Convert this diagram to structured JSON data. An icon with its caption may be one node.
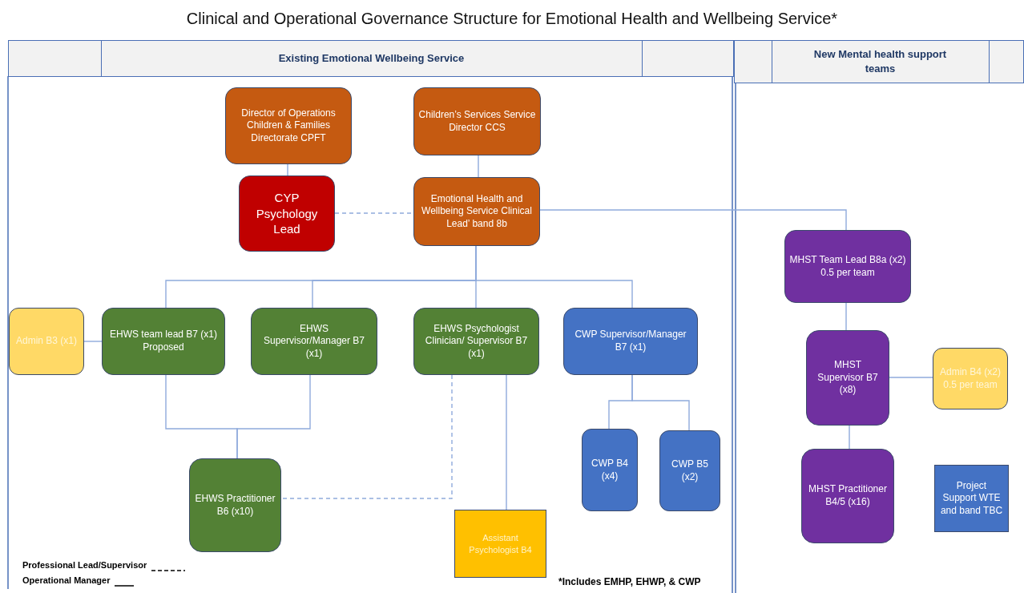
{
  "diagram": {
    "title": "Clinical and Operational Governance Structure for Emotional Health and Wellbeing Service*",
    "nodes": [
      {
        "text": [
          "Existing Emotional Wellbeing Service"
        ]
      },
      {
        "text": [
          "New Mental health support teams"
        ]
      },
      {
        "text": [
          "Director of Operations Children & Families Directorate CPFT"
        ]
      },
      {
        "text": [
          "Children’s Services Service Director CCS"
        ]
      },
      {
        "text": [
          "CYP Psychology Lead"
        ]
      },
      {
        "text": [
          "Emotional Health and Wellbeing Service Clinical Lead’ band 8b"
        ]
      },
      {
        "text": [
          "Admin B3 (x1)"
        ]
      },
      {
        "text": [
          "EHWS team lead B7 (x1) Proposed"
        ]
      },
      {
        "text": [
          "EHWS Supervisor/Manager B7 (x1)"
        ]
      },
      {
        "text": [
          "EHWS Psychologist Clinician/ Supervisor B7 (x1)"
        ]
      },
      {
        "text": [
          "CWP Supervisor/Manager B7 (x1)"
        ]
      },
      {
        "text": [
          "MHST Team Lead B8a (x2) 0.5 per team"
        ]
      },
      {
        "text": [
          "MHST Supervisor B7 (x8)"
        ]
      },
      {
        "text": [
          "Admin B4 (x2) 0.5 per team"
        ]
      },
      {
        "text": [
          "EHWS Practitioner B6 (x10)"
        ]
      },
      {
        "text": [
          "CWP B4 (x4)"
        ]
      },
      {
        "text": [
          "CWP B5 (x2)"
        ]
      },
      {
        "text": [
          "MHST Practitioner B4/5 (x16)"
        ]
      },
      {
        "text": [
          "Project Support WTE and band TBC"
        ]
      },
      {
        "text": [
          "Assistant Psychologist B4"
        ]
      }
    ],
    "edges": [
      {
        "from": 2,
        "to": 4,
        "arrow": "none"
      },
      {
        "from": 3,
        "to": 5,
        "arrow": "none"
      },
      {
        "from": 4,
        "to": 5,
        "arrow": "none",
        "style": "dashed"
      },
      {
        "from": 5,
        "to": 11,
        "arrow": "none"
      },
      {
        "from": 5,
        "to": 7,
        "arrow": "none"
      },
      {
        "from": 5,
        "to": 8,
        "arrow": "none"
      },
      {
        "from": 5,
        "to": 9,
        "arrow": "none"
      },
      {
        "from": 5,
        "to": 10,
        "arrow": "none"
      },
      {
        "from": 6,
        "to": 7,
        "arrow": "none"
      },
      {
        "from": 7,
        "to": 14,
        "arrow": "none"
      },
      {
        "from": 8,
        "to": 14,
        "arrow": "none"
      },
      {
        "from": 9,
        "to": 14,
        "arrow": "none",
        "style": "dashed"
      },
      {
        "from": 9,
        "to": 19,
        "arrow": "none"
      },
      {
        "from": 10,
        "to": 15,
        "arrow": "none"
      },
      {
        "from": 10,
        "to": 16,
        "arrow": "none"
      },
      {
        "from": 11,
        "to": 12,
        "arrow": "none"
      },
      {
        "from": 12,
        "to": 13,
        "arrow": "none"
      },
      {
        "from": 12,
        "to": 17,
        "arrow": "none"
      }
    ],
    "labels": [
      "*Includes EMHP, EHWP, & CWP"
    ],
    "legend": [
      {
        "text": "Professional Lead/Supervisor"
      },
      {
        "text": "Operational Manager"
      }
    ]
  }
}
